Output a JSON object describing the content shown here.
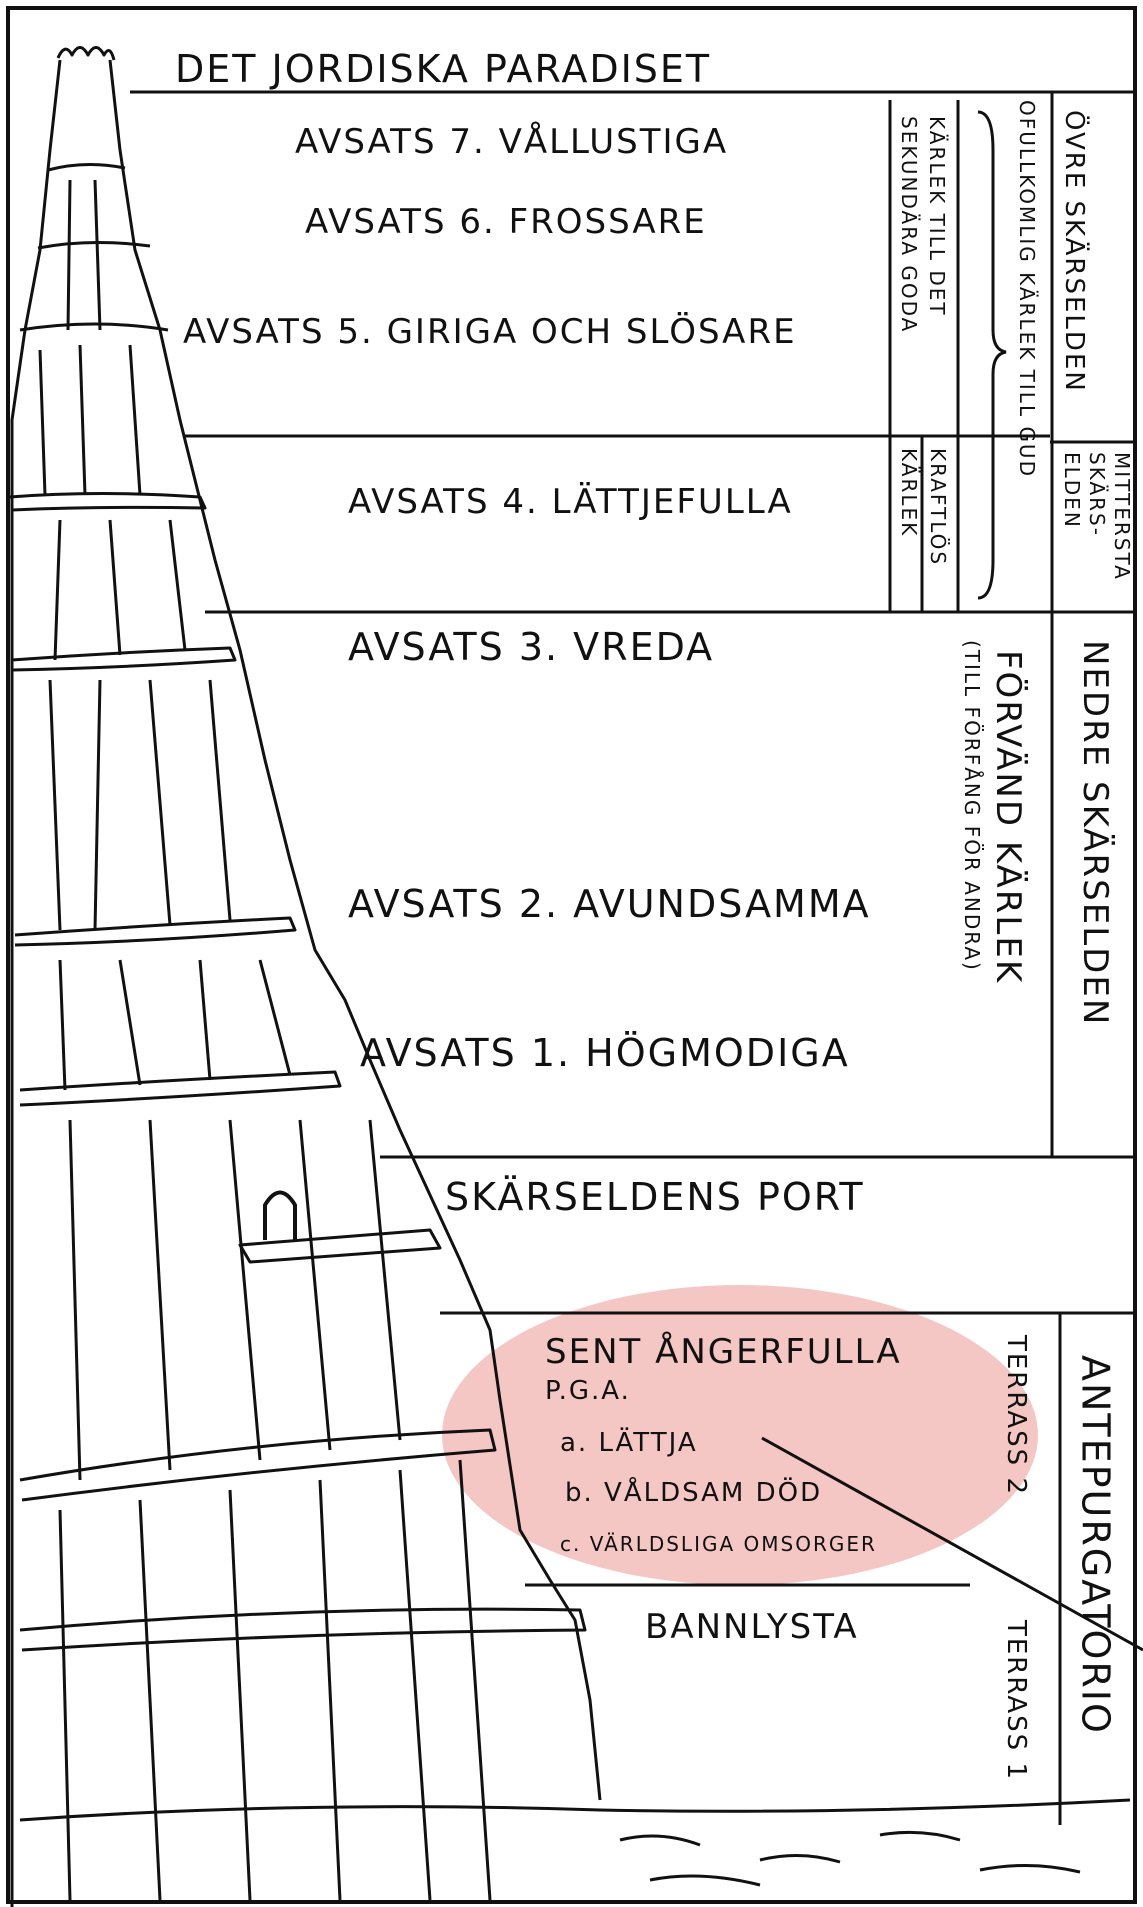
{
  "colors": {
    "ink": "#111111",
    "paper": "#ffffff",
    "highlight": "#f2b4b0"
  },
  "diagram": {
    "paradise": "DET JORDISKA PARADISET",
    "ledges": [
      {
        "label": "AVSATS 7. VÅLLUSTIGA"
      },
      {
        "label": "AVSATS 6. FROSSARE"
      },
      {
        "label": "AVSATS 5. GIRIGA OCH SLÖSARE"
      },
      {
        "label": "AVSATS 4. LÄTTJEFULLA"
      },
      {
        "label": "AVSATS 3. VREDA"
      },
      {
        "label": "AVSATS 2. AVUNDSAMMA"
      },
      {
        "label": "AVSATS 1. HÖGMODIGA"
      }
    ],
    "gate": "SKÄRSELDENS PORT",
    "late_repentant": {
      "title": "SENT ÅNGERFULLA",
      "because": "P.G.A.",
      "items": [
        "a. LÄTTJA",
        "b. VÅLDSAM DÖD",
        "c. VÄRLDSLIGA OMSORGER"
      ]
    },
    "excommunicated": "BANNLYSTA",
    "love_upper": {
      "outer": "OFULLKOMLIG KÄRLEK TILL GUD",
      "inner_a": "KÄRLEK TILL DET",
      "inner_b": "SEKUNDÄRA GODA",
      "middle_a": "KRAFTLÖS",
      "middle_b": "KÄRLEK"
    },
    "love_lower": {
      "line1": "FÖRVÄND KÄRLEK",
      "line2": "(TILL FÖRFÅNG FÖR ANDRA)"
    },
    "zones": {
      "upper": "ÖVRE SKÄRSELDEN",
      "middle_a": "MITTERSTA",
      "middle_b": "SKÄRS-",
      "middle_c": "ELDEN",
      "lower": "NEDRE SKÄRSELDEN",
      "ante": "ANTEPURGATORIO"
    },
    "terraces": {
      "t2": "TERRASS 2",
      "t1": "TERRASS 1"
    }
  }
}
